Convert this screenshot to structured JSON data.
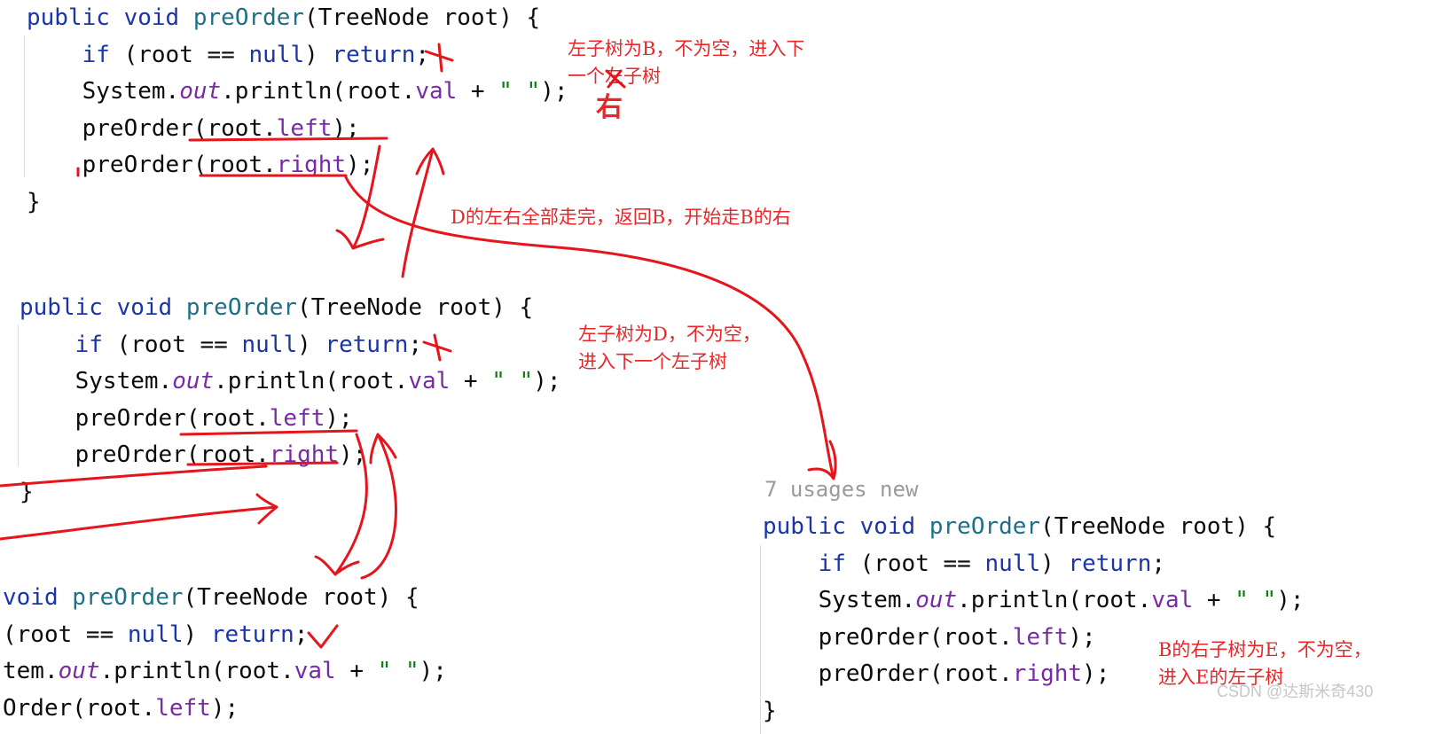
{
  "code_blocks": {
    "block_b": {
      "lines": [
        {
          "tokens": [
            {
              "c": "kw",
              "t": "public "
            },
            {
              "c": "kw",
              "t": "void "
            },
            {
              "c": "fn",
              "t": "preOrder"
            },
            {
              "c": "",
              "t": "(TreeNode root) {"
            }
          ]
        },
        {
          "tokens": [
            {
              "c": "",
              "t": "    "
            },
            {
              "c": "kw",
              "t": "if "
            },
            {
              "c": "",
              "t": "(root == "
            },
            {
              "c": "kw",
              "t": "null"
            },
            {
              "c": "",
              "t": ") "
            },
            {
              "c": "kw",
              "t": "return"
            },
            {
              "c": "",
              "t": ";"
            }
          ]
        },
        {
          "tokens": [
            {
              "c": "",
              "t": "    System."
            },
            {
              "c": "it",
              "t": "out"
            },
            {
              "c": "",
              "t": ".println(root."
            },
            {
              "c": "fl",
              "t": "val"
            },
            {
              "c": "",
              "t": " + "
            },
            {
              "c": "st",
              "t": "\" \""
            },
            {
              "c": "",
              "t": ");"
            }
          ]
        },
        {
          "tokens": [
            {
              "c": "",
              "t": "    preOrder(root."
            },
            {
              "c": "fl",
              "t": "left"
            },
            {
              "c": "",
              "t": ");"
            }
          ]
        },
        {
          "tokens": [
            {
              "c": "",
              "t": "    preOrder(root."
            },
            {
              "c": "fl",
              "t": "right"
            },
            {
              "c": "",
              "t": ");"
            }
          ]
        },
        {
          "tokens": [
            {
              "c": "",
              "t": "}"
            }
          ]
        }
      ]
    },
    "block_d": {
      "lines": [
        {
          "tokens": [
            {
              "c": "kw",
              "t": "public "
            },
            {
              "c": "kw",
              "t": "void "
            },
            {
              "c": "fn",
              "t": "preOrder"
            },
            {
              "c": "",
              "t": "(TreeNode root) {"
            }
          ]
        },
        {
          "tokens": [
            {
              "c": "",
              "t": "    "
            },
            {
              "c": "kw",
              "t": "if "
            },
            {
              "c": "",
              "t": "(root == "
            },
            {
              "c": "kw",
              "t": "null"
            },
            {
              "c": "",
              "t": ") "
            },
            {
              "c": "kw",
              "t": "return"
            },
            {
              "c": "",
              "t": ";"
            }
          ]
        },
        {
          "tokens": [
            {
              "c": "",
              "t": "    System."
            },
            {
              "c": "it",
              "t": "out"
            },
            {
              "c": "",
              "t": ".println(root."
            },
            {
              "c": "fl",
              "t": "val"
            },
            {
              "c": "",
              "t": " + "
            },
            {
              "c": "st",
              "t": "\" \""
            },
            {
              "c": "",
              "t": ");"
            }
          ]
        },
        {
          "tokens": [
            {
              "c": "",
              "t": "    preOrder(root."
            },
            {
              "c": "fl",
              "t": "left"
            },
            {
              "c": "",
              "t": ");"
            }
          ]
        },
        {
          "tokens": [
            {
              "c": "",
              "t": "    preOrder(root."
            },
            {
              "c": "fl",
              "t": "right"
            },
            {
              "c": "",
              "t": ");"
            }
          ]
        },
        {
          "tokens": [
            {
              "c": "",
              "t": "}"
            }
          ]
        }
      ]
    },
    "block_null": {
      "lines": [
        {
          "tokens": [
            {
              "c": "kw",
              "t": "void "
            },
            {
              "c": "fn",
              "t": "preOrder"
            },
            {
              "c": "",
              "t": "(TreeNode root) {"
            }
          ]
        },
        {
          "tokens": [
            {
              "c": "",
              "t": "(root == "
            },
            {
              "c": "kw",
              "t": "null"
            },
            {
              "c": "",
              "t": ") "
            },
            {
              "c": "kw",
              "t": "return"
            },
            {
              "c": "",
              "t": ";"
            }
          ]
        },
        {
          "tokens": [
            {
              "c": "",
              "t": "tem."
            },
            {
              "c": "it",
              "t": "out"
            },
            {
              "c": "",
              "t": ".println(root."
            },
            {
              "c": "fl",
              "t": "val"
            },
            {
              "c": "",
              "t": " + "
            },
            {
              "c": "st",
              "t": "\" \""
            },
            {
              "c": "",
              "t": ");"
            }
          ]
        },
        {
          "tokens": [
            {
              "c": "",
              "t": "Order(root."
            },
            {
              "c": "fl",
              "t": "left"
            },
            {
              "c": "",
              "t": ");"
            }
          ]
        }
      ]
    },
    "block_e": {
      "header": "7 usages   new",
      "lines": [
        {
          "tokens": [
            {
              "c": "kw",
              "t": "public "
            },
            {
              "c": "kw",
              "t": "void "
            },
            {
              "c": "fn",
              "t": "preOrder"
            },
            {
              "c": "",
              "t": "(TreeNode root) {"
            }
          ]
        },
        {
          "tokens": [
            {
              "c": "",
              "t": "    "
            },
            {
              "c": "kw",
              "t": "if "
            },
            {
              "c": "",
              "t": "(root == "
            },
            {
              "c": "kw",
              "t": "null"
            },
            {
              "c": "",
              "t": ") "
            },
            {
              "c": "kw",
              "t": "return"
            },
            {
              "c": "",
              "t": ";"
            }
          ]
        },
        {
          "tokens": [
            {
              "c": "",
              "t": "    System."
            },
            {
              "c": "it",
              "t": "out"
            },
            {
              "c": "",
              "t": ".println(root."
            },
            {
              "c": "fl",
              "t": "val"
            },
            {
              "c": "",
              "t": " + "
            },
            {
              "c": "st",
              "t": "\" \""
            },
            {
              "c": "",
              "t": ");"
            }
          ]
        },
        {
          "tokens": [
            {
              "c": "",
              "t": "    preOrder(root."
            },
            {
              "c": "fl",
              "t": "left"
            },
            {
              "c": "",
              "t": ");"
            }
          ]
        },
        {
          "tokens": [
            {
              "c": "",
              "t": "    preOrder(root."
            },
            {
              "c": "fl",
              "t": "right"
            },
            {
              "c": "",
              "t": ");"
            }
          ]
        },
        {
          "tokens": [
            {
              "c": "",
              "t": "}"
            }
          ]
        }
      ]
    }
  },
  "annotations": {
    "note_b_left": "左子树为B，不为空，进入下\n一个左子树",
    "note_right_char": "右",
    "note_return_b": "D的左右全部走完，返回B，开始走B的右",
    "note_d_left": "左子树为D，不为空，\n进入下一个左子树",
    "note_e": "B的右子树为E，不为空，\n进入E的左子树"
  },
  "watermark": "CSDN @达斯米奇430",
  "colors": {
    "keyword": "#1a35a8",
    "method": "#1f6f86",
    "field": "#7a2aa6",
    "string": "#0d7f0d",
    "annotation_ink": "#e5151b"
  }
}
